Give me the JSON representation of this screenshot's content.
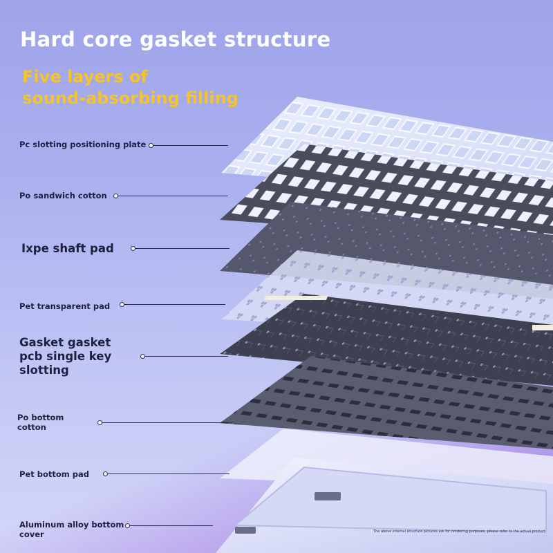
{
  "title": "Hard core gasket structure",
  "subtitle": {
    "line1": "Five layers of",
    "line2": "sound-absorbing filling"
  },
  "layers": [
    {
      "id": "pc-plate",
      "label": "Pc slotting positioning plate"
    },
    {
      "id": "po-sandwich",
      "label": "Po sandwich cotton"
    },
    {
      "id": "ixpe",
      "label": "Ixpe shaft pad"
    },
    {
      "id": "pet-transparent",
      "label": "Pet transparent pad"
    },
    {
      "id": "gasket-pcb",
      "label_lines": [
        "Gasket gasket",
        "pcb single key",
        "slotting"
      ]
    },
    {
      "id": "po-bottom",
      "label_lines": [
        "Po bottom",
        "cotton"
      ]
    },
    {
      "id": "pet-bottom",
      "label": "Pet bottom pad"
    },
    {
      "id": "aluminum",
      "label_lines": [
        "Aluminum alloy bottom",
        "cover"
      ]
    }
  ],
  "disclaimer": "The above internal structure pictures are for rendering purposes, please refer to the actual product",
  "colors": {
    "title": "#ffffff",
    "subtitle": "#f5c42a",
    "label": "#1e2040"
  }
}
